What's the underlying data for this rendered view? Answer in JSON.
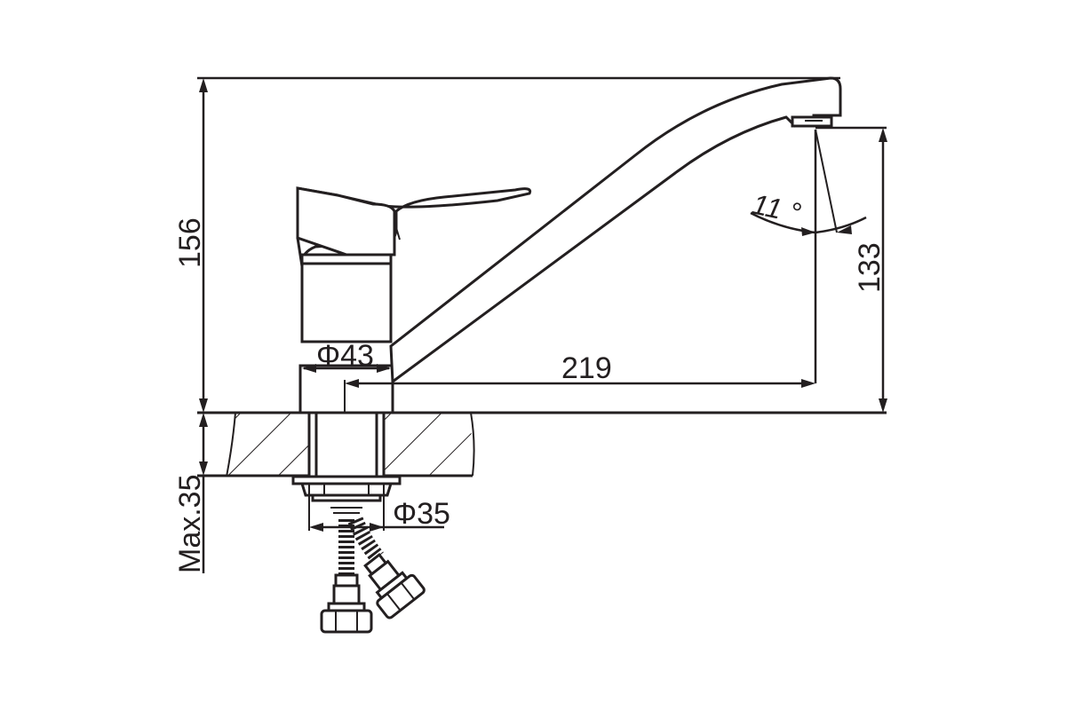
{
  "dimensions": {
    "total_height": "156",
    "spout_height": "133",
    "spout_reach": "219",
    "body_diameter": "Φ43",
    "hole_diameter": "Φ35",
    "max_counter_thickness": "Max.35",
    "spout_angle": "11 °"
  },
  "colors": {
    "line": "#231f20",
    "background": "#ffffff"
  }
}
